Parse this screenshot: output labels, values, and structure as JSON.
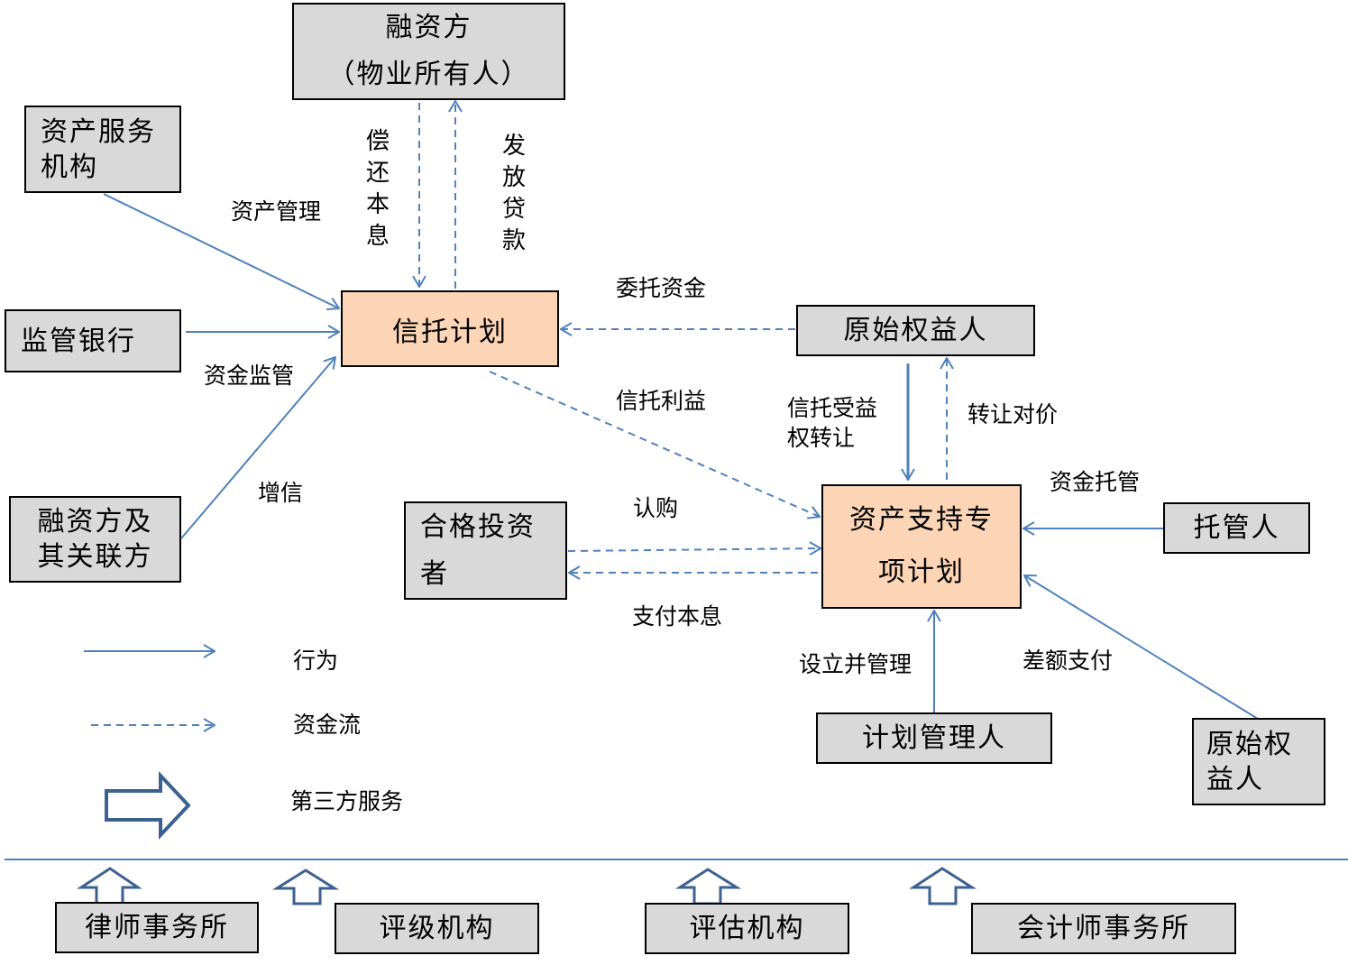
{
  "diagram": {
    "nodes": {
      "financier_owner": {
        "line1": "融资方",
        "line2": "（物业所有人）"
      },
      "asset_servicer": {
        "line1": "资产服务",
        "line2": "机构"
      },
      "supervising_bank": {
        "line1": "监管银行"
      },
      "financier_affiliates": {
        "line1": "融资方及",
        "line2": "其关联方"
      },
      "trust_plan": {
        "line1": "信托计划"
      },
      "originator_top": {
        "line1": "原始权益人"
      },
      "qualified_investor": {
        "line1": "合格投资",
        "line2": "者"
      },
      "abs_plan": {
        "line1": "资产支持专",
        "line2": "项计划"
      },
      "custodian": {
        "line1": "托管人"
      },
      "plan_manager": {
        "line1": "计划管理人"
      },
      "originator_bottom": {
        "line1": "原始权",
        "line2": "益人"
      }
    },
    "edges": {
      "repay": {
        "chars": [
          "偿",
          "还",
          "本",
          "息"
        ],
        "type": "cash-flow"
      },
      "loan": {
        "chars": [
          "发",
          "放",
          "贷",
          "款"
        ],
        "type": "cash-flow"
      },
      "asset_mgmt": {
        "label": "资产管理",
        "type": "action"
      },
      "fund_supervision": {
        "label": "资金监管",
        "type": "action"
      },
      "credit_enhancement": {
        "label": "增信",
        "type": "action"
      },
      "entrusted_funds": {
        "label": "委托资金",
        "type": "cash-flow"
      },
      "trust_benefit": {
        "label": "信托利益",
        "type": "cash-flow"
      },
      "transfer_rights": {
        "line1": "信托受益",
        "line2": "权转让",
        "type": "action"
      },
      "transfer_price": {
        "label": "转让对价",
        "type": "cash-flow"
      },
      "subscription": {
        "label": "认购",
        "type": "cash-flow"
      },
      "pay_principal_interest": {
        "label": "支付本息",
        "type": "cash-flow"
      },
      "fund_custody": {
        "label": "资金托管",
        "type": "action"
      },
      "establish_manage": {
        "label": "设立并管理",
        "type": "action"
      },
      "shortfall_payment": {
        "label": "差额支付",
        "type": "action"
      }
    },
    "legend": {
      "action": "行为",
      "cash_flow": "资金流",
      "third_party": "第三方服务"
    },
    "third_parties": [
      "律师事务所",
      "评级机构",
      "评估机构",
      "会计师事务所"
    ],
    "colors": {
      "line": "#4f81bd",
      "third_party_arrow": "#3c6191",
      "node_gray": "#d9d9d9",
      "node_orange": "#fbd5b5"
    }
  }
}
